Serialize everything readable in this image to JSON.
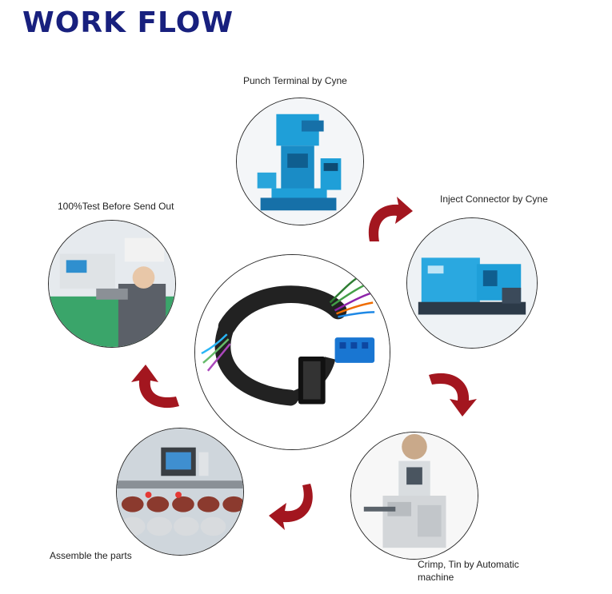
{
  "title": "WORK FLOW",
  "steps": [
    {
      "label": "Punch Terminal by Cyne",
      "icon": "punch-press-machine-image"
    },
    {
      "label": "Inject Connector by Cyne",
      "icon": "injection-molding-machine-image"
    },
    {
      "label": "Crimp, Tin by  Automatic",
      "label_line2": "machine",
      "icon": "crimping-machine-image"
    },
    {
      "label": "Assemble the parts",
      "icon": "assembly-board-image"
    },
    {
      "label": "100%Test Before Send Out",
      "icon": "testing-station-image"
    }
  ],
  "center": {
    "icon": "wire-harness-image"
  },
  "colors": {
    "title": "#18207e",
    "arrow": "#a3161f",
    "machine_blue": "#1f9fd8"
  }
}
